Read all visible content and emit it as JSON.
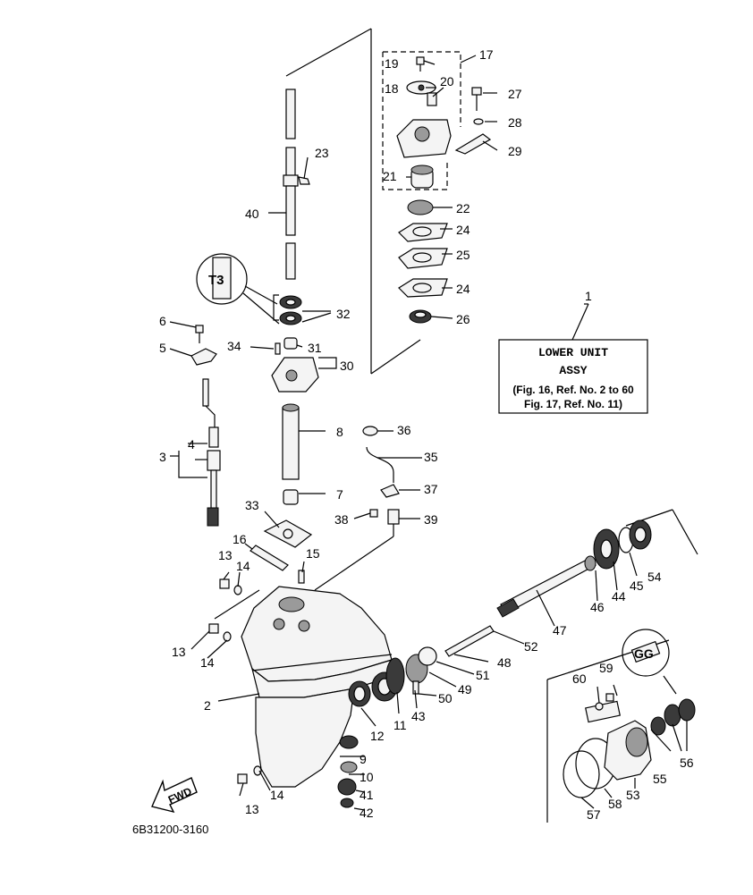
{
  "diagram": {
    "drawing_code": "6B31200-3160",
    "fwd_label": "FWD",
    "inset_symbol_a": "T3",
    "inset_symbol_b": "GG",
    "legend_box": {
      "line1": "LOWER UNIT",
      "line2": "ASSY",
      "line3": "(Fig. 16, Ref. No. 2 to 60",
      "line4": "Fig. 17, Ref. No. 11)"
    },
    "callouts": [
      "1",
      "2",
      "3",
      "4",
      "5",
      "6",
      "7",
      "8",
      "9",
      "10",
      "11",
      "12",
      "13",
      "13",
      "13",
      "14",
      "14",
      "14",
      "15",
      "16",
      "17",
      "18",
      "19",
      "20",
      "21",
      "22",
      "23",
      "24",
      "24",
      "25",
      "26",
      "27",
      "28",
      "29",
      "30",
      "31",
      "32",
      "33",
      "34",
      "35",
      "36",
      "37",
      "38",
      "39",
      "40",
      "41",
      "42",
      "43",
      "44",
      "45",
      "46",
      "47",
      "48",
      "49",
      "50",
      "51",
      "52",
      "53",
      "54",
      "55",
      "56",
      "57",
      "58",
      "59",
      "60"
    ]
  }
}
